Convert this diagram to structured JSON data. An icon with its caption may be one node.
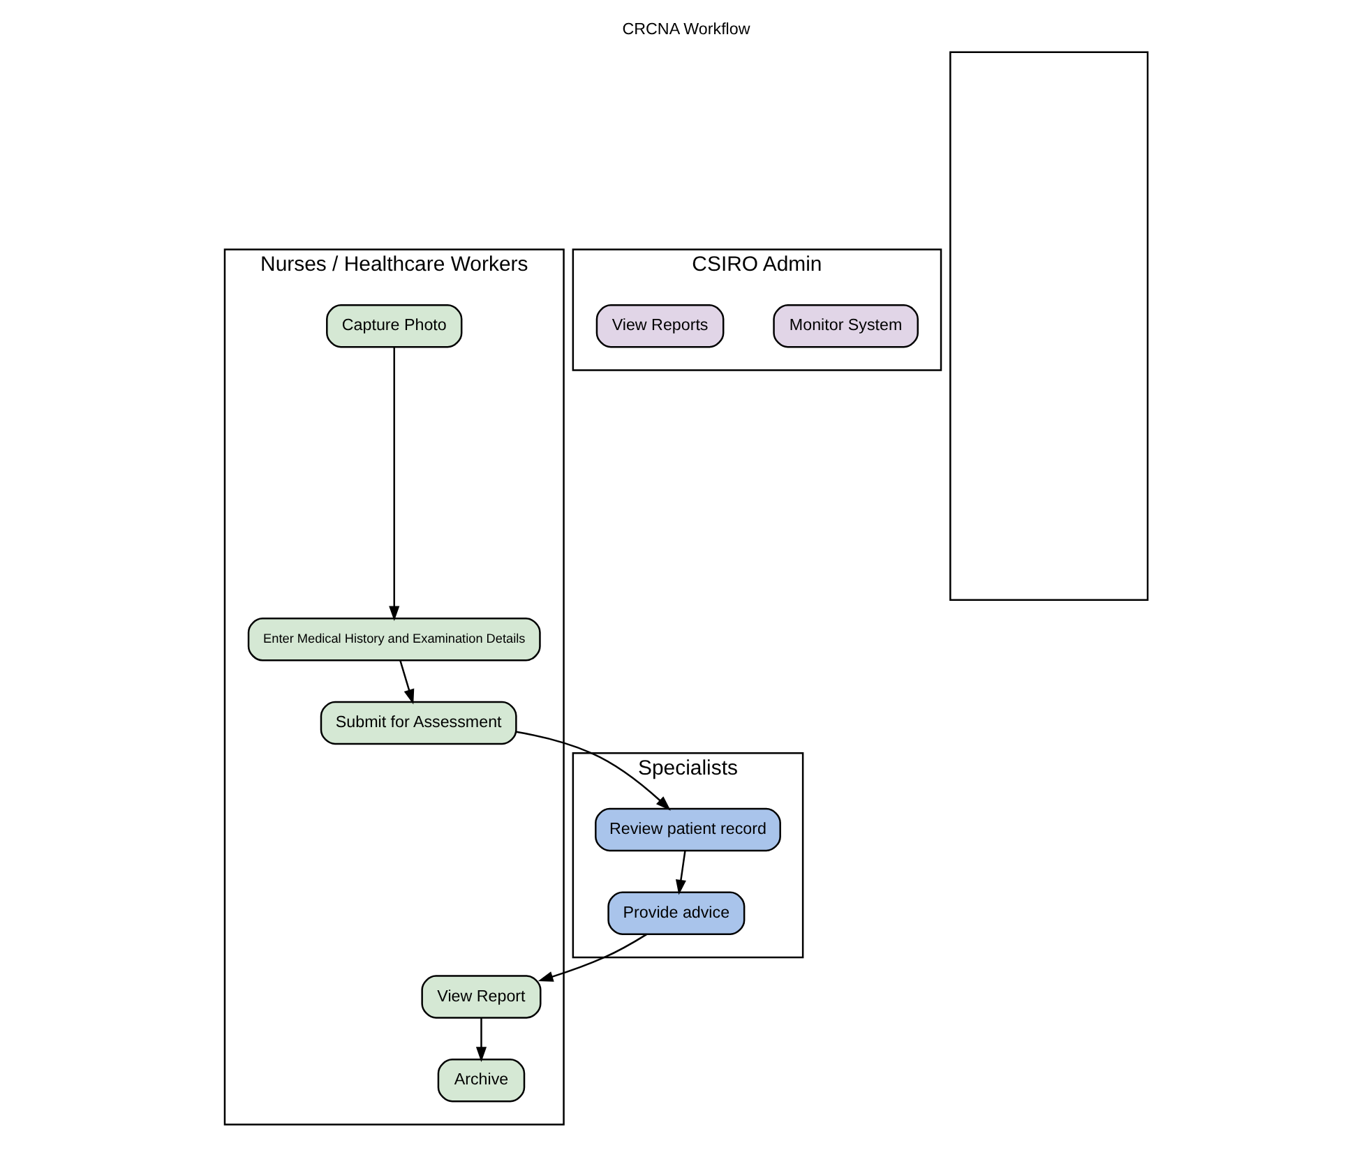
{
  "diagram": {
    "title": "CRCNA Workflow",
    "nodes": [
      {
        "text": [
          "Nurses / Healthcare Workers"
        ]
      },
      {
        "text": [
          "Specialists"
        ]
      },
      {
        "text": [
          "CSIRO Admin"
        ]
      },
      {
        "text": [],
        "shape": "box"
      },
      {
        "text": [
          "Capture Photo"
        ],
        "in": 0
      },
      {
        "text": [
          "Enter Medical History and Examination Details"
        ],
        "in": 0
      },
      {
        "text": [
          "Submit for Assessment"
        ],
        "in": 0
      },
      {
        "text": [
          "View Report"
        ],
        "in": 0
      },
      {
        "text": [
          "Archive"
        ],
        "in": 0
      },
      {
        "text": [
          "Review patient record"
        ],
        "in": 1
      },
      {
        "text": [
          "Provide advice"
        ],
        "in": 1
      },
      {
        "text": [
          "Monitor System"
        ],
        "in": 2
      },
      {
        "text": [
          "View Reports"
        ],
        "in": 2
      }
    ],
    "edges": [
      {
        "from": 4,
        "to": 5,
        "arrow": "to"
      },
      {
        "from": 5,
        "to": 6,
        "arrow": "to"
      },
      {
        "from": 6,
        "to": 9,
        "arrow": "to"
      },
      {
        "from": 9,
        "to": 10,
        "arrow": "to"
      },
      {
        "from": 10,
        "to": 7,
        "arrow": "to"
      },
      {
        "from": 7,
        "to": 8,
        "arrow": "to"
      }
    ]
  }
}
